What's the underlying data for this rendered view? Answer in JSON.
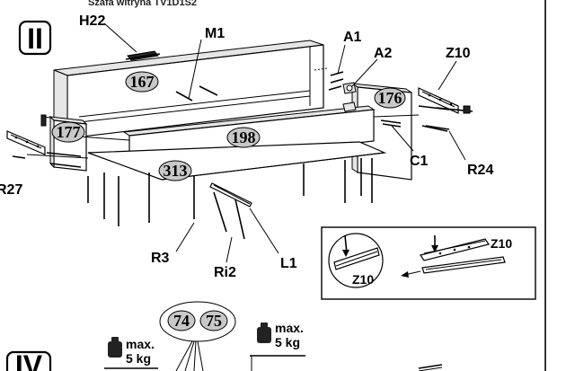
{
  "header_text": "Szafa witryna  TV1D1S2",
  "steps": {
    "current": "II",
    "next": "IV"
  },
  "part_numbers": {
    "top": "167",
    "side_right": "176",
    "side_left": "177",
    "back": "198",
    "bottom": "313",
    "extra_a": "74",
    "extra_b": "75"
  },
  "fittings": {
    "H22": "H22",
    "M1": "M1",
    "A1": "A1",
    "A2": "A2",
    "Z10": "Z10",
    "C1": "C1",
    "R24": "R24",
    "R27": "R27",
    "R3": "R3",
    "Ri2": "Ri2",
    "L1": "L1"
  },
  "inset": {
    "label_left": "Z10",
    "label_right": "Z10"
  },
  "load_limits": {
    "left": {
      "line1": "max.",
      "line2": "5 kg"
    },
    "right": {
      "line1": "max.",
      "line2": "5 kg"
    }
  }
}
